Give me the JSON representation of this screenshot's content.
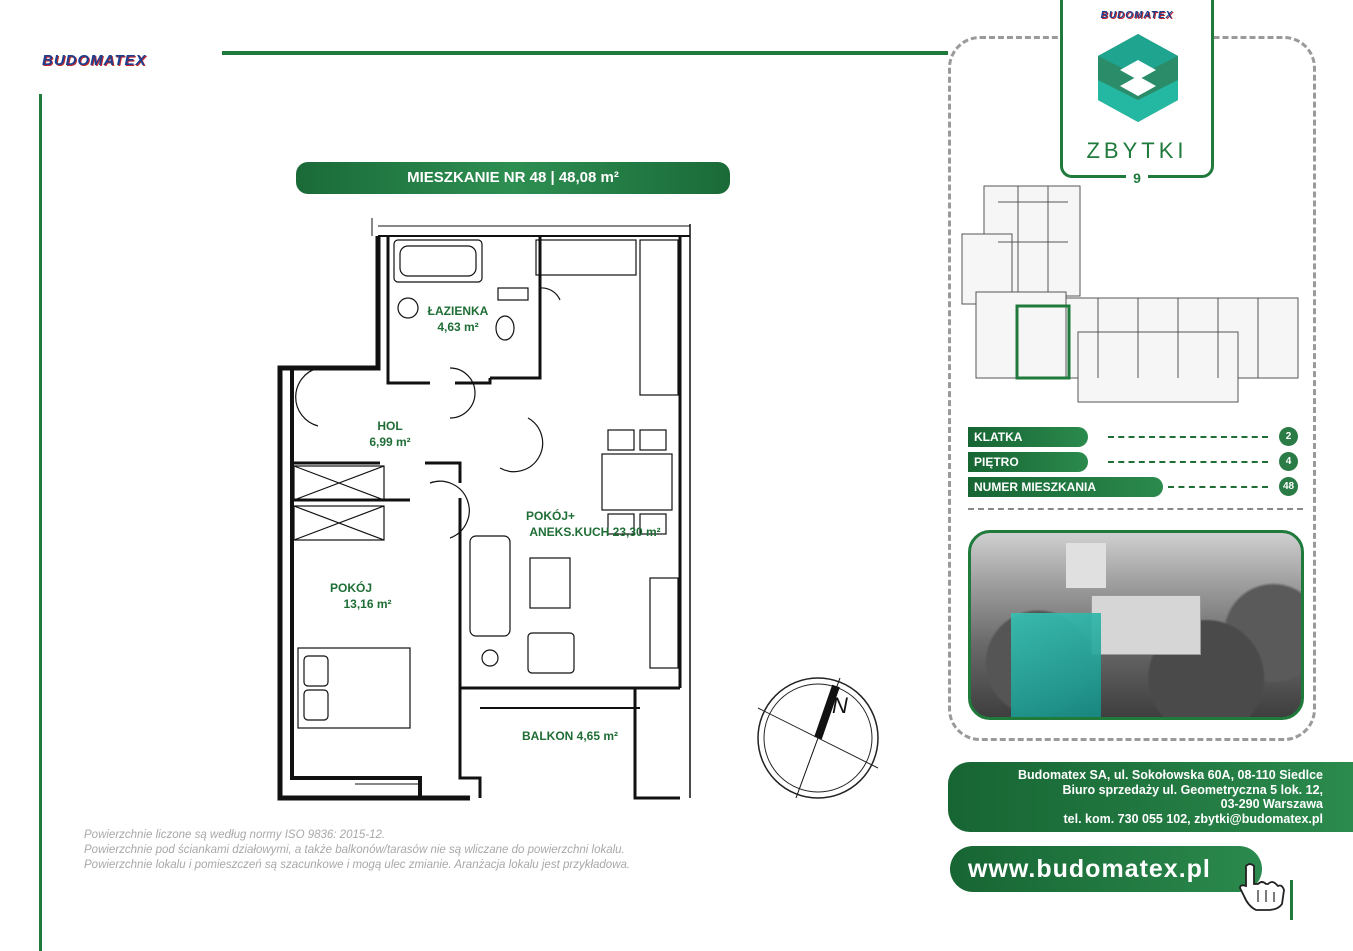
{
  "brand": {
    "name": "BUDOMATEX"
  },
  "project": {
    "name": "ZBYTKI",
    "number": "9"
  },
  "apartment": {
    "title": "MIESZKANIE NR 48 | 48,08 m²"
  },
  "rooms": {
    "bathroom": {
      "name": "ŁAZIENKA",
      "area": "4,63 m²"
    },
    "hall": {
      "name": "HOL",
      "area": "6,99 m²"
    },
    "living": {
      "name": "POKÓJ+",
      "name2": "ANEKS.KUCH 23,30 m²"
    },
    "bedroom": {
      "name": "POKÓJ",
      "area": "13,16 m²"
    },
    "balcony": {
      "name": "BALKON 4,65 m²"
    }
  },
  "compass": {
    "label": "N"
  },
  "details": [
    {
      "label": "KLATKA",
      "value": "2"
    },
    {
      "label": "PIĘTRO",
      "value": "4"
    },
    {
      "label": "NUMER MIESZKANIA",
      "value": "48"
    }
  ],
  "contact": {
    "line1": "Budomatex SA, ul. Sokołowska 60A, 08-110 Siedlce",
    "line2": "Biuro sprzedaży ul. Geometryczna 5 lok. 12,",
    "line3": "03-290 Warszawa",
    "line4": "tel. kom. 730 055 102, zbytki@budomatex.pl"
  },
  "website": "www.budomatex.pl",
  "notes": [
    "Powierzchnie liczone są według normy ISO 9836: 2015-12.",
    "Powierzchnie pod ściankami działowymi, a także balkonów/tarasów nie są wliczane do powierzchni lokalu.",
    "Powierzchnie lokalu i pomieszczeń są szacunkowe i mogą ulec zmianie. Aranżacja lokalu jest przykładowa."
  ],
  "colors": {
    "brand_green": "#1f7a3c",
    "brand_red": "#c0282d",
    "brand_blue": "#1d3f8f",
    "teal": "#1aa59b"
  }
}
